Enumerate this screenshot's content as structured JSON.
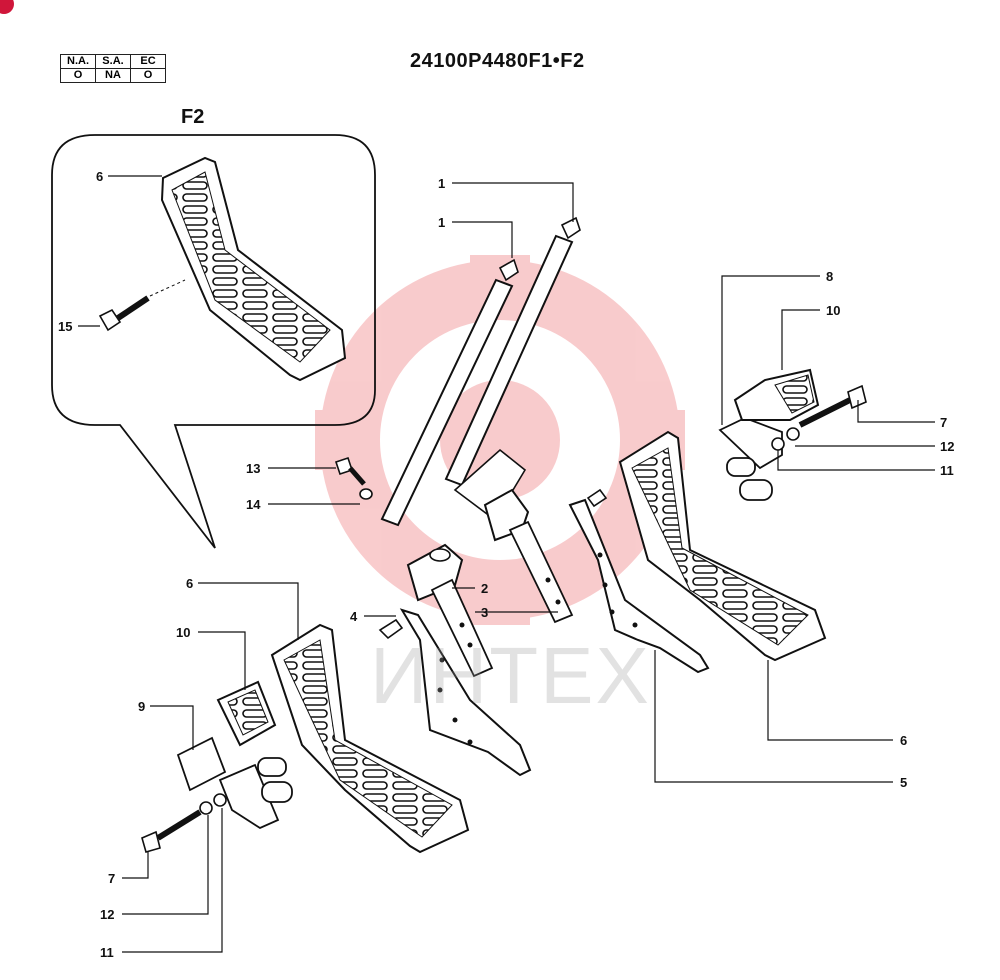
{
  "header": {
    "diagram_code": "24100P4480F1•F2",
    "inset_label": "F2",
    "availability": {
      "columns": [
        "N.A.",
        "S.A.",
        "EC"
      ],
      "values": [
        "O",
        "NA",
        "O"
      ]
    }
  },
  "watermark": {
    "text": "ИНТЕХ",
    "color": "#e8474c"
  },
  "callouts": {
    "inset_6": "6",
    "inset_15": "15",
    "c1_top": "1",
    "c1_second": "1",
    "c8": "8",
    "c10_right": "10",
    "c7_right": "7",
    "c12_right": "12",
    "c11_right": "11",
    "c13": "13",
    "c14": "14",
    "c2": "2",
    "c3": "3",
    "c4": "4",
    "c6_left": "6",
    "c10_left": "10",
    "c9": "9",
    "c7_left": "7",
    "c12_left": "12",
    "c11_left": "11",
    "c6_right": "6",
    "c5": "5"
  }
}
